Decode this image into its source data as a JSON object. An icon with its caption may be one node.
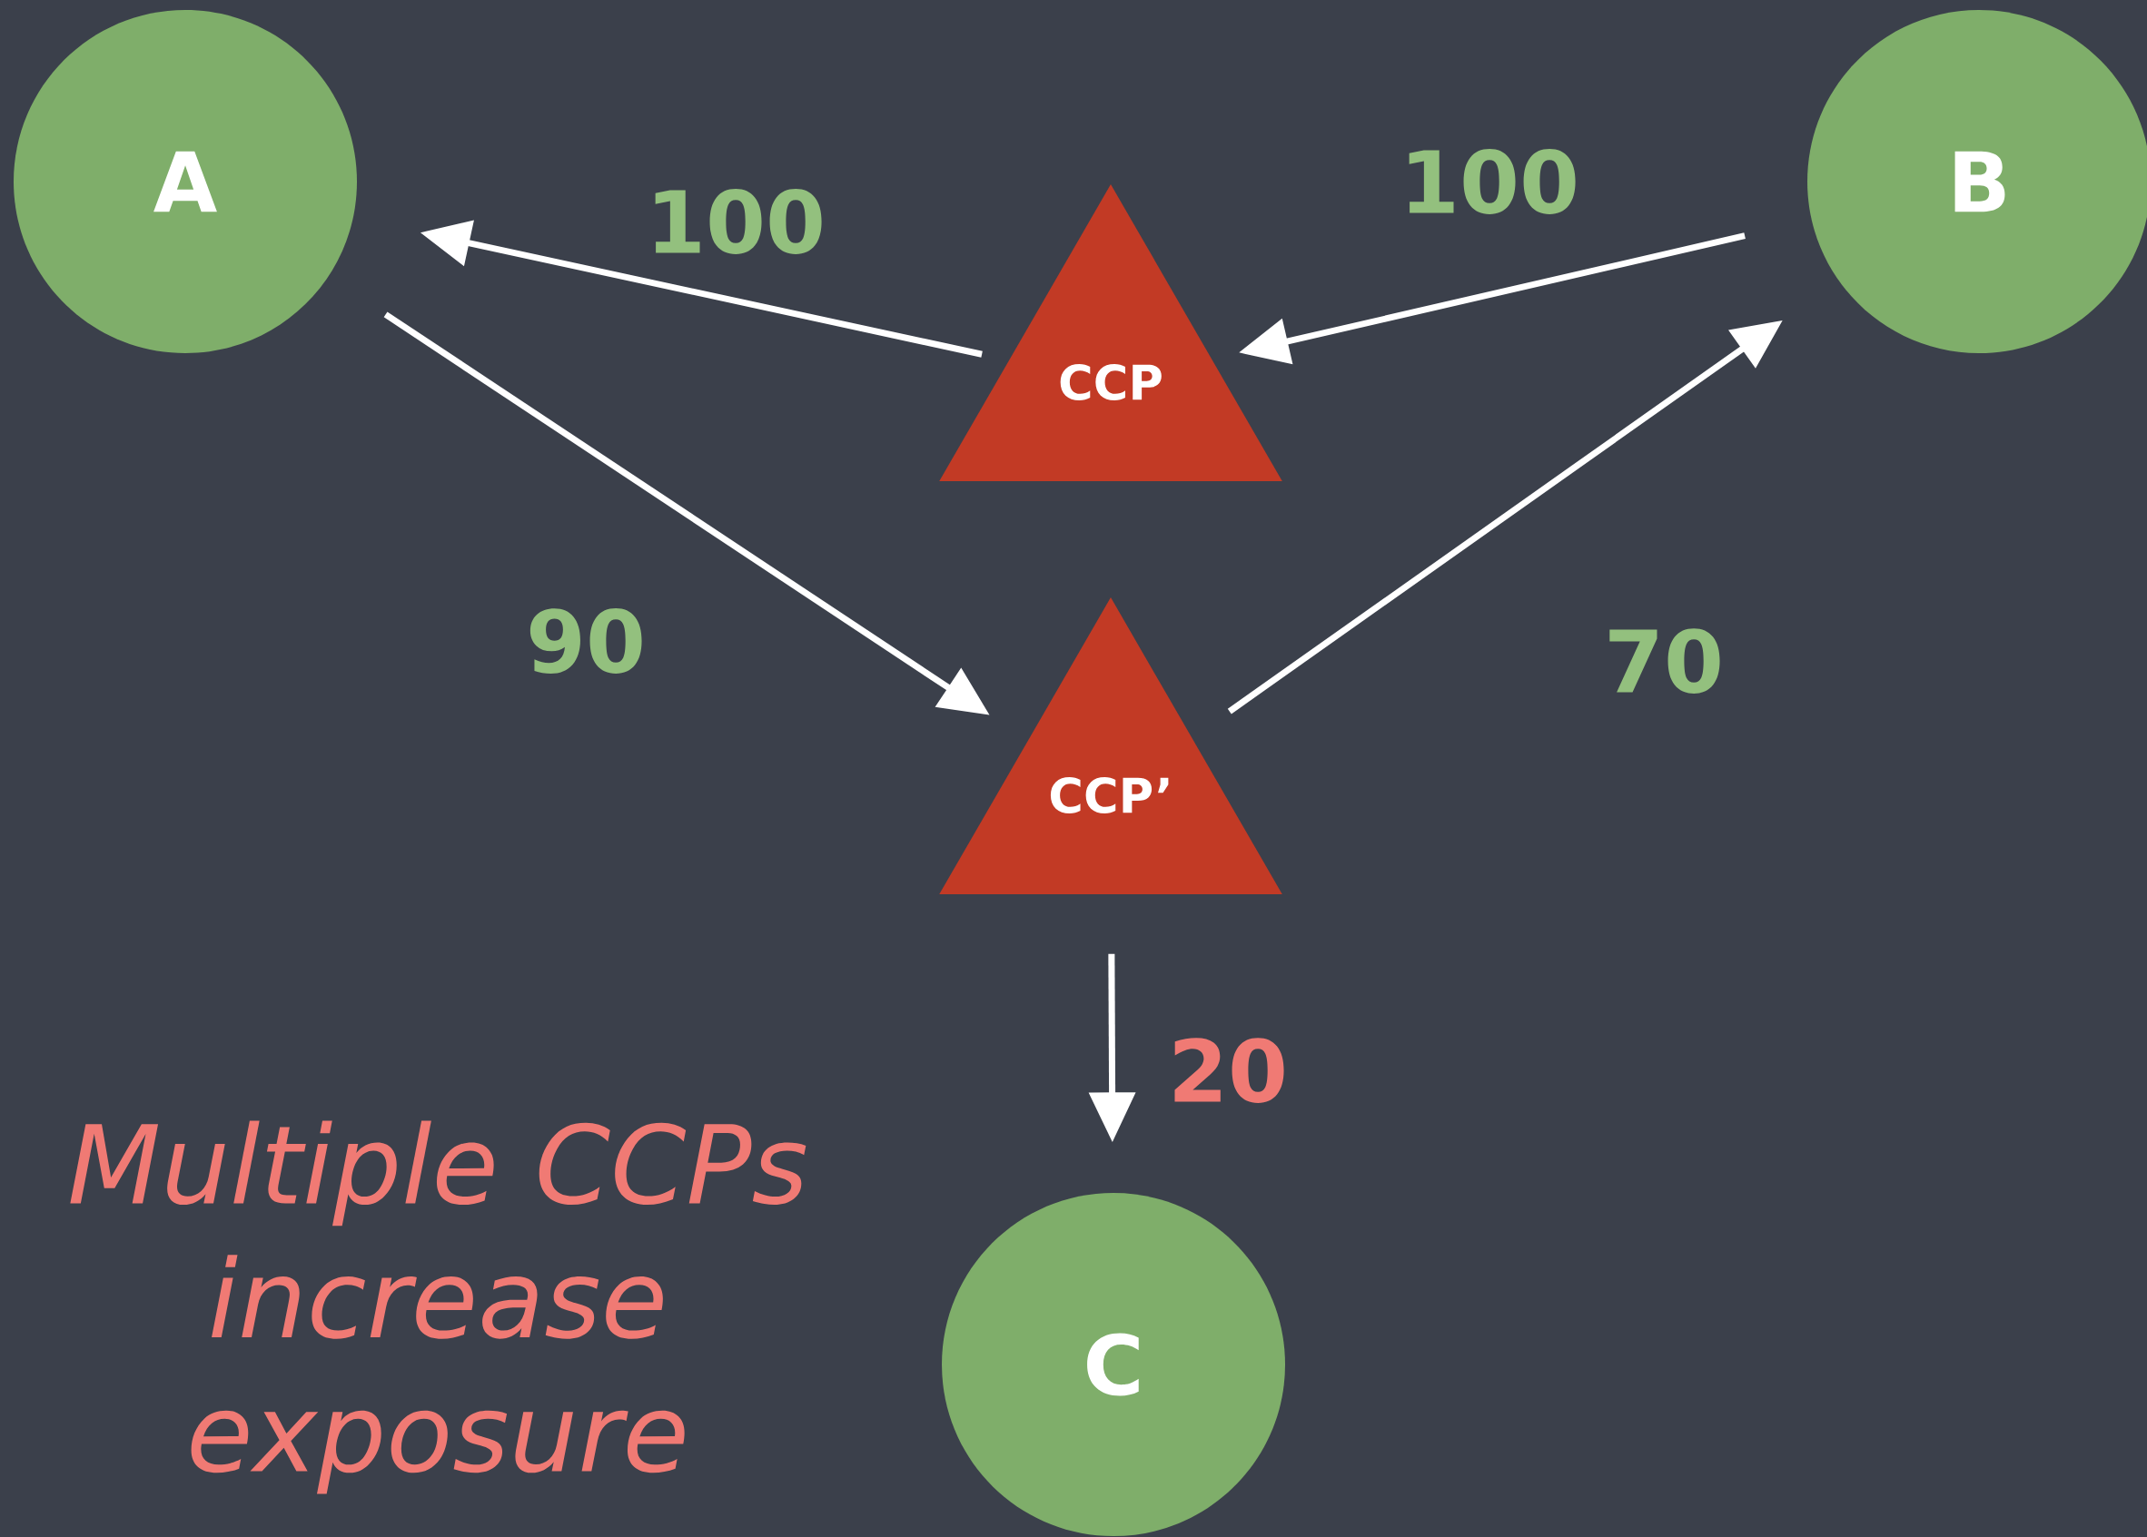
{
  "diagram": {
    "nodes": [
      {
        "text": [
          "A"
        ]
      },
      {
        "text": [
          "B"
        ]
      },
      {
        "text": [
          "CCP"
        ]
      },
      {
        "text": [
          "CCP’"
        ]
      },
      {
        "text": [
          "C"
        ]
      }
    ],
    "edges": [
      {
        "from": 2,
        "to": 0,
        "arrow": "to",
        "label": "100"
      },
      {
        "from": 1,
        "to": 2,
        "arrow": "to",
        "label": "100"
      },
      {
        "from": 0,
        "to": 3,
        "arrow": "to",
        "label": "90"
      },
      {
        "from": 3,
        "to": 1,
        "arrow": "to",
        "label": "70"
      },
      {
        "from": 3,
        "to": 4,
        "arrow": "to",
        "label": "20"
      }
    ],
    "labels": [
      "Multiple CCPs increase exposure"
    ]
  }
}
